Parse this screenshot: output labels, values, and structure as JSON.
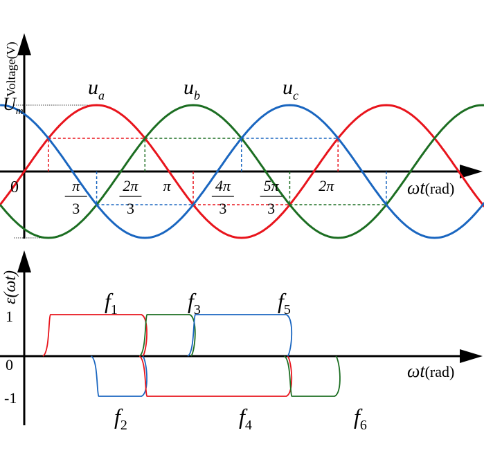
{
  "top": {
    "ylabel": "Voltage(V)",
    "um": {
      "base": "U",
      "sub": "m"
    },
    "zero": "0",
    "xlabel": {
      "omega": "ωt",
      "unit": "(rad)"
    },
    "curves": [
      {
        "key": "a",
        "label": "u",
        "sub": "a",
        "color": "#e8141c",
        "phase_deg": 0
      },
      {
        "key": "b",
        "label": "u",
        "sub": "b",
        "color": "#1c6e22",
        "phase_deg": -120
      },
      {
        "key": "c",
        "label": "u",
        "sub": "c",
        "color": "#1a66c0",
        "phase_deg": 120
      }
    ],
    "ticks": [
      {
        "num": "π",
        "den": "3"
      },
      {
        "num": "2π",
        "den": "3"
      },
      {
        "num": "π",
        "den": ""
      },
      {
        "num": "4π",
        "den": "3"
      },
      {
        "num": "5π",
        "den": "3"
      },
      {
        "num": "2π",
        "den": ""
      }
    ]
  },
  "bottom": {
    "ylabel": "ε(ωt)",
    "y_one": "1",
    "y_zero": "0",
    "y_neg": "-1",
    "xlabel": {
      "omega": "ωt",
      "unit": "(rad)"
    },
    "pulses": [
      {
        "name": "f",
        "sub": "1",
        "color": "#e8141c",
        "level": 1,
        "start_deg": 30,
        "end_deg": 150
      },
      {
        "name": "f",
        "sub": "2",
        "color": "#1a66c0",
        "level": -1,
        "start_deg": 90,
        "end_deg": 150
      },
      {
        "name": "f",
        "sub": "3",
        "color": "#1c6e22",
        "level": 1,
        "start_deg": 150,
        "end_deg": 210
      },
      {
        "name": "f",
        "sub": "4",
        "color": "#e8141c",
        "level": -1,
        "start_deg": 150,
        "end_deg": 330
      },
      {
        "name": "f",
        "sub": "5",
        "color": "#1a66c0",
        "level": 1,
        "start_deg": 210,
        "end_deg": 330
      },
      {
        "name": "f",
        "sub": "6",
        "color": "#1c6e22",
        "level": -1,
        "start_deg": 330,
        "end_deg": 390
      }
    ]
  }
}
